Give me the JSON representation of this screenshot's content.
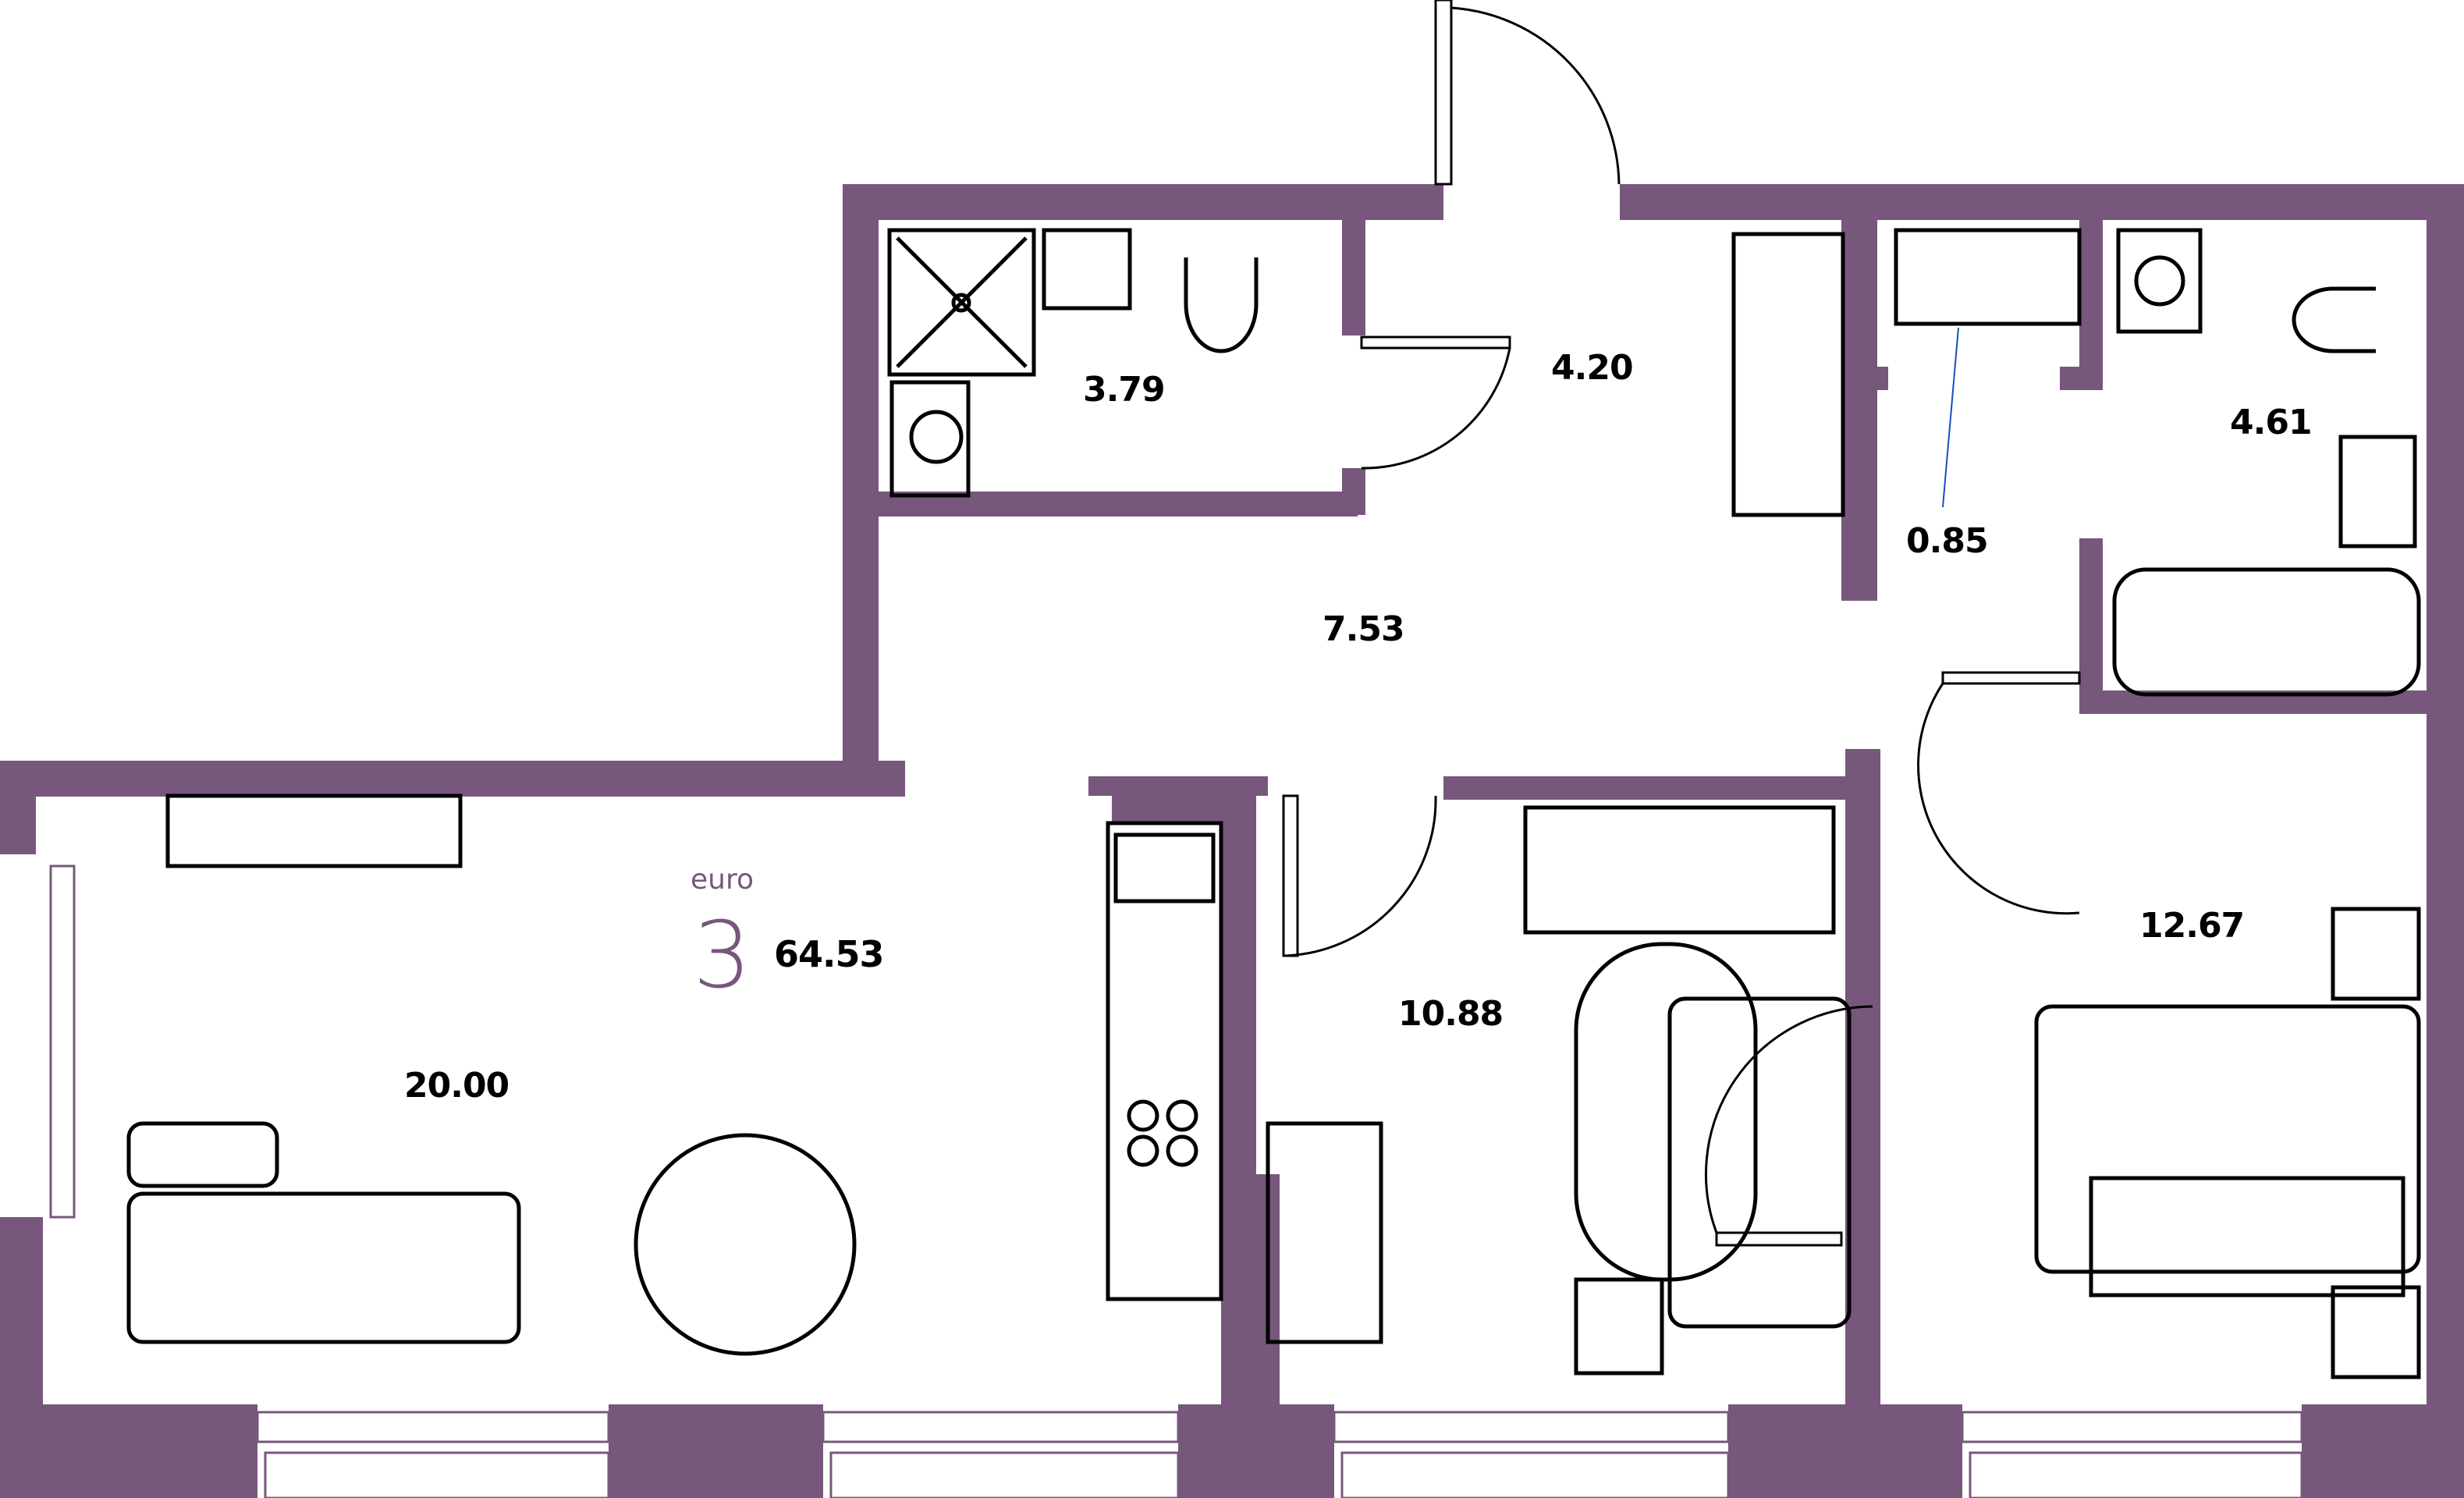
{
  "plan": {
    "type": "apartment-floor-plan",
    "wall_color": "#77577c",
    "line_color": "#000000",
    "background": "#ffffff",
    "series_label": "euro",
    "room_count": "3",
    "total_area": "64.53"
  },
  "rooms": [
    {
      "id": "living-room",
      "area": "20.00"
    },
    {
      "id": "bathroom-1",
      "area": "3.79"
    },
    {
      "id": "entrance-hall",
      "area": "4.20"
    },
    {
      "id": "corridor",
      "area": "7.53"
    },
    {
      "id": "closet",
      "area": "0.85"
    },
    {
      "id": "bathroom-2",
      "area": "4.61"
    },
    {
      "id": "bedroom-1",
      "area": "10.88"
    },
    {
      "id": "bedroom-2",
      "area": "12.67"
    }
  ]
}
